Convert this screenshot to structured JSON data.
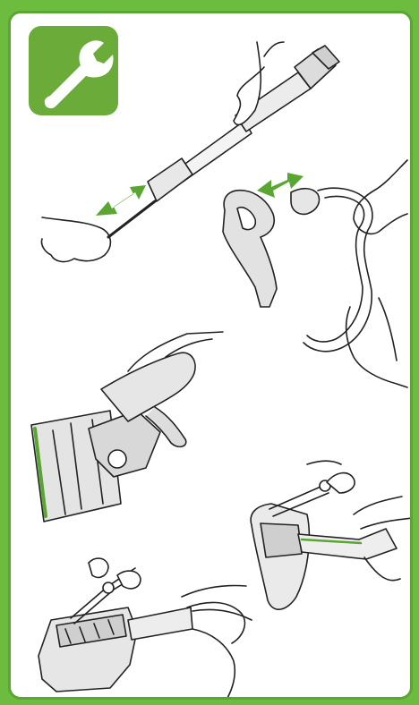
{
  "page": {
    "accent_color": "#6dbb3f",
    "badge": {
      "icon": "wrench-icon",
      "color": "#6aab3a"
    },
    "illustrations": [
      {
        "id": "step-1",
        "icon": "wand-extension-icon"
      },
      {
        "id": "step-2",
        "icon": "hose-handle-detach-icon"
      },
      {
        "id": "step-3",
        "icon": "floor-nozzle-icon"
      },
      {
        "id": "step-4",
        "icon": "scissors-brush-cut-icon"
      },
      {
        "id": "step-5",
        "icon": "scissors-nozzle-cut-icon"
      }
    ]
  }
}
